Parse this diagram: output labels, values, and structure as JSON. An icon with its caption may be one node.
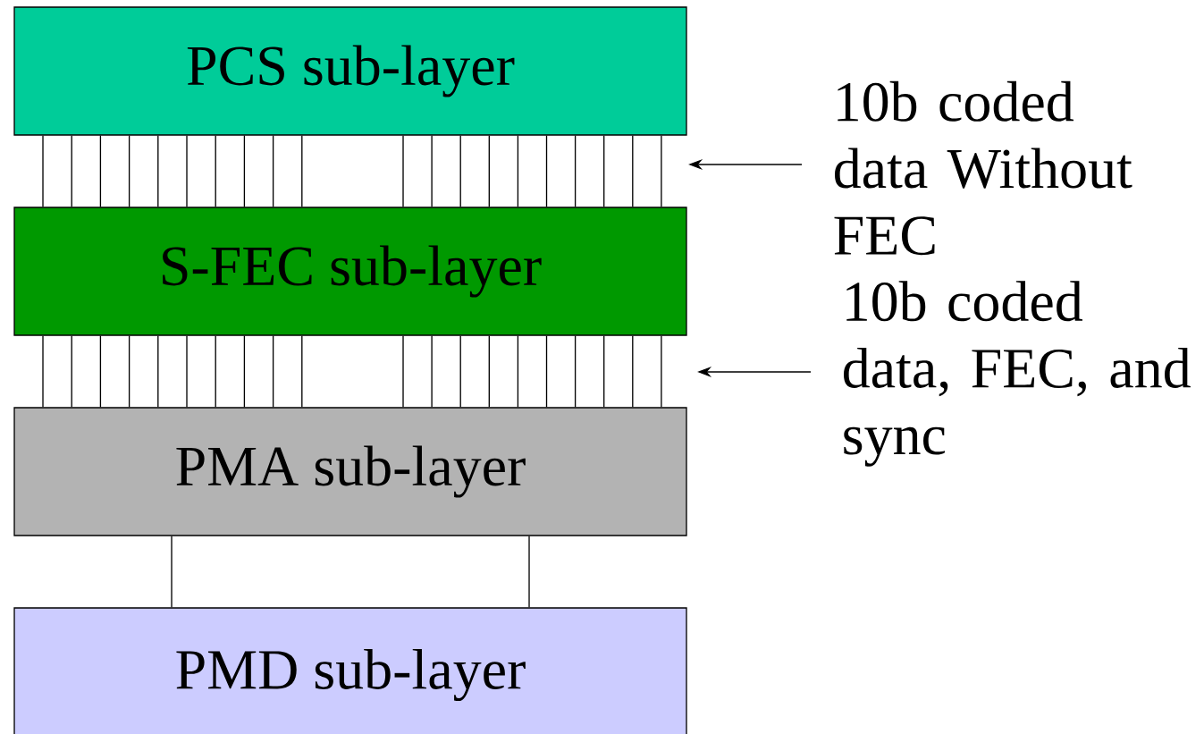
{
  "diagram": {
    "nodes": [
      {
        "text": [
          "PCS sub-layer"
        ]
      },
      {
        "text": [
          "S-FEC sub-layer"
        ]
      },
      {
        "text": [
          "PMA sub-layer"
        ]
      },
      {
        "text": [
          "PMD sub-layer"
        ]
      },
      {
        "text": [
          "10b coded data Without FEC"
        ]
      },
      {
        "text": [
          "10b coded data, FEC, and sync"
        ]
      }
    ],
    "edges": [
      {
        "from": 0,
        "to": 1,
        "arrow": "none"
      },
      {
        "from": 0,
        "to": 1,
        "arrow": "none"
      },
      {
        "from": 0,
        "to": 1,
        "arrow": "none"
      },
      {
        "from": 0,
        "to": 1,
        "arrow": "none"
      },
      {
        "from": 0,
        "to": 1,
        "arrow": "none"
      },
      {
        "from": 0,
        "to": 1,
        "arrow": "none"
      },
      {
        "from": 0,
        "to": 1,
        "arrow": "none"
      },
      {
        "from": 0,
        "to": 1,
        "arrow": "none"
      },
      {
        "from": 0,
        "to": 1,
        "arrow": "none"
      },
      {
        "from": 0,
        "to": 1,
        "arrow": "none"
      },
      {
        "from": 0,
        "to": 1,
        "arrow": "none"
      },
      {
        "from": 0,
        "to": 1,
        "arrow": "none"
      },
      {
        "from": 0,
        "to": 1,
        "arrow": "none"
      },
      {
        "from": 0,
        "to": 1,
        "arrow": "none"
      },
      {
        "from": 0,
        "to": 1,
        "arrow": "none"
      },
      {
        "from": 0,
        "to": 1,
        "arrow": "none"
      },
      {
        "from": 0,
        "to": 1,
        "arrow": "none"
      },
      {
        "from": 0,
        "to": 1,
        "arrow": "none"
      },
      {
        "from": 0,
        "to": 1,
        "arrow": "none"
      },
      {
        "from": 0,
        "to": 1,
        "arrow": "none"
      },
      {
        "from": 1,
        "to": 2,
        "arrow": "none"
      },
      {
        "from": 1,
        "to": 2,
        "arrow": "none"
      },
      {
        "from": 1,
        "to": 2,
        "arrow": "none"
      },
      {
        "from": 1,
        "to": 2,
        "arrow": "none"
      },
      {
        "from": 1,
        "to": 2,
        "arrow": "none"
      },
      {
        "from": 1,
        "to": 2,
        "arrow": "none"
      },
      {
        "from": 1,
        "to": 2,
        "arrow": "none"
      },
      {
        "from": 1,
        "to": 2,
        "arrow": "none"
      },
      {
        "from": 1,
        "to": 2,
        "arrow": "none"
      },
      {
        "from": 1,
        "to": 2,
        "arrow": "none"
      },
      {
        "from": 1,
        "to": 2,
        "arrow": "none"
      },
      {
        "from": 1,
        "to": 2,
        "arrow": "none"
      },
      {
        "from": 1,
        "to": 2,
        "arrow": "none"
      },
      {
        "from": 1,
        "to": 2,
        "arrow": "none"
      },
      {
        "from": 1,
        "to": 2,
        "arrow": "none"
      },
      {
        "from": 1,
        "to": 2,
        "arrow": "none"
      },
      {
        "from": 1,
        "to": 2,
        "arrow": "none"
      },
      {
        "from": 1,
        "to": 2,
        "arrow": "none"
      },
      {
        "from": 1,
        "to": 2,
        "arrow": "none"
      },
      {
        "from": 1,
        "to": 2,
        "arrow": "none"
      },
      {
        "from": 2,
        "to": 3,
        "arrow": "none"
      },
      {
        "from": 2,
        "to": 3,
        "arrow": "none"
      },
      {
        "from": 4,
        "to": null,
        "arrow": "to"
      },
      {
        "from": 5,
        "to": null,
        "arrow": "to"
      }
    ]
  }
}
